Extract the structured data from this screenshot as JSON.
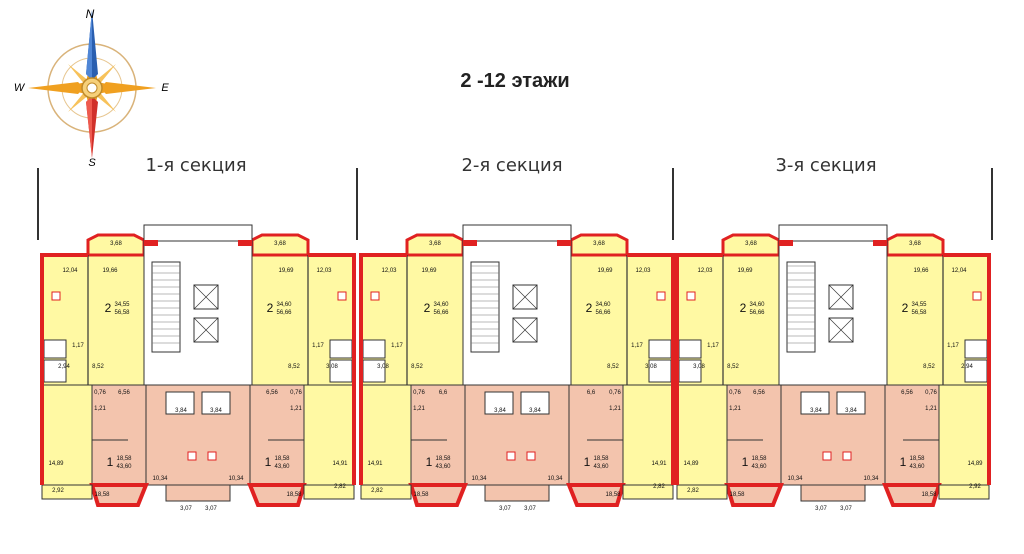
{
  "title": "2 -12 этажи",
  "compass": {
    "n": "N",
    "s": "S",
    "e": "E",
    "w": "W"
  },
  "sections": [
    "1-я секция",
    "2-я секция",
    "3-я секция"
  ],
  "colors": {
    "wall": "#e02121",
    "yellow": "#fff9a3",
    "pink": "#f3c4ad",
    "line": "#333333"
  },
  "sec1": {
    "balc_l": "3,68",
    "balc_r": "3,68",
    "corner_l": "12,04",
    "corner_r": "12,03",
    "r2l_area": "19,66",
    "r2r_area": "19,69",
    "apt2l_num": "2",
    "apt2l_a": "34,55",
    "apt2l_b": "56,58",
    "apt2r_num": "2",
    "apt2r_a": "34,60",
    "apt2r_b": "56,66",
    "bath_l": "1,17",
    "bath_r": "1,17",
    "wc_l": "2,94",
    "wc_r": "3,08",
    "hall_l": "8,52",
    "hall_r": "8,52",
    "s076l": "0,76",
    "s656l": "6,56",
    "s656r": "6,56",
    "s076r": "0,76",
    "s121l": "1,21",
    "s121r": "1,21",
    "s384a": "3,84",
    "s384b": "3,84",
    "apt1l_num": "1",
    "apt1l_a": "18,58",
    "apt1l_b": "43,60",
    "apt1r_num": "1",
    "apt1r_a": "18,58",
    "apt1r_b": "43,60",
    "kitch_l": "14,89",
    "kitch_r": "14,91",
    "b_292": "2,92",
    "b_1858l": "18,58",
    "b_1034l": "10,34",
    "b_1034r": "10,34",
    "b_307a": "3,07",
    "b_307b": "3,07",
    "b_1858r": "18,58",
    "b_282": "2,82"
  },
  "sec2": {
    "balc_l": "3,68",
    "balc_r": "3,68",
    "corner_l": "12,03",
    "corner_r": "12,03",
    "r2l_area": "19,69",
    "r2r_area": "19,69",
    "apt2l_num": "2",
    "apt2l_a": "34,60",
    "apt2l_b": "56,66",
    "apt2r_num": "2",
    "apt2r_a": "34,60",
    "apt2r_b": "56,66",
    "bath_l": "1,17",
    "bath_r": "1,17",
    "wc_l": "3,08",
    "wc_r": "3,08",
    "hall_l": "8,52",
    "hall_r": "8,52",
    "s076l": "0,76",
    "s656l": "6,6",
    "s656r": "6,6",
    "s076r": "0,76",
    "s121l": "1,21",
    "s121r": "1,21",
    "s384a": "3,84",
    "s384b": "3,84",
    "apt1l_num": "1",
    "apt1l_a": "18,58",
    "apt1l_b": "43,60",
    "apt1r_num": "1",
    "apt1r_a": "18,58",
    "apt1r_b": "43,60",
    "kitch_l": "14,91",
    "kitch_r": "14,91",
    "b_292": "2,82",
    "b_1858l": "18,58",
    "b_1034l": "10,34",
    "b_1034r": "10,34",
    "b_307a": "3,07",
    "b_307b": "3,07",
    "b_1858r": "18,58",
    "b_282": "2,82"
  },
  "sec3": {
    "balc_l": "3,68",
    "balc_r": "3,68",
    "corner_l": "12,03",
    "corner_r": "12,04",
    "r2l_area": "19,69",
    "r2r_area": "19,66",
    "apt2l_num": "2",
    "apt2l_a": "34,60",
    "apt2l_b": "56,66",
    "apt2r_num": "2",
    "apt2r_a": "34,55",
    "apt2r_b": "56,58",
    "bath_l": "1,17",
    "bath_r": "1,17",
    "wc_l": "3,08",
    "wc_r": "2,94",
    "hall_l": "8,52",
    "hall_r": "8,52",
    "s076l": "0,76",
    "s656l": "6,56",
    "s656r": "6,56",
    "s076r": "0,76",
    "s121l": "1,21",
    "s121r": "1,21",
    "s384a": "3,84",
    "s384b": "3,84",
    "apt1l_num": "1",
    "apt1l_a": "18,58",
    "apt1l_b": "43,60",
    "apt1r_num": "1",
    "apt1r_a": "18,58",
    "apt1r_b": "43,60",
    "kitch_l": "14,89",
    "kitch_r": "14,89",
    "b_292": "2,82",
    "b_1858l": "18,58",
    "b_1034l": "10,34",
    "b_1034r": "10,34",
    "b_307a": "3,07",
    "b_307b": "3,07",
    "b_1858r": "18,58",
    "b_282": "2,92"
  }
}
